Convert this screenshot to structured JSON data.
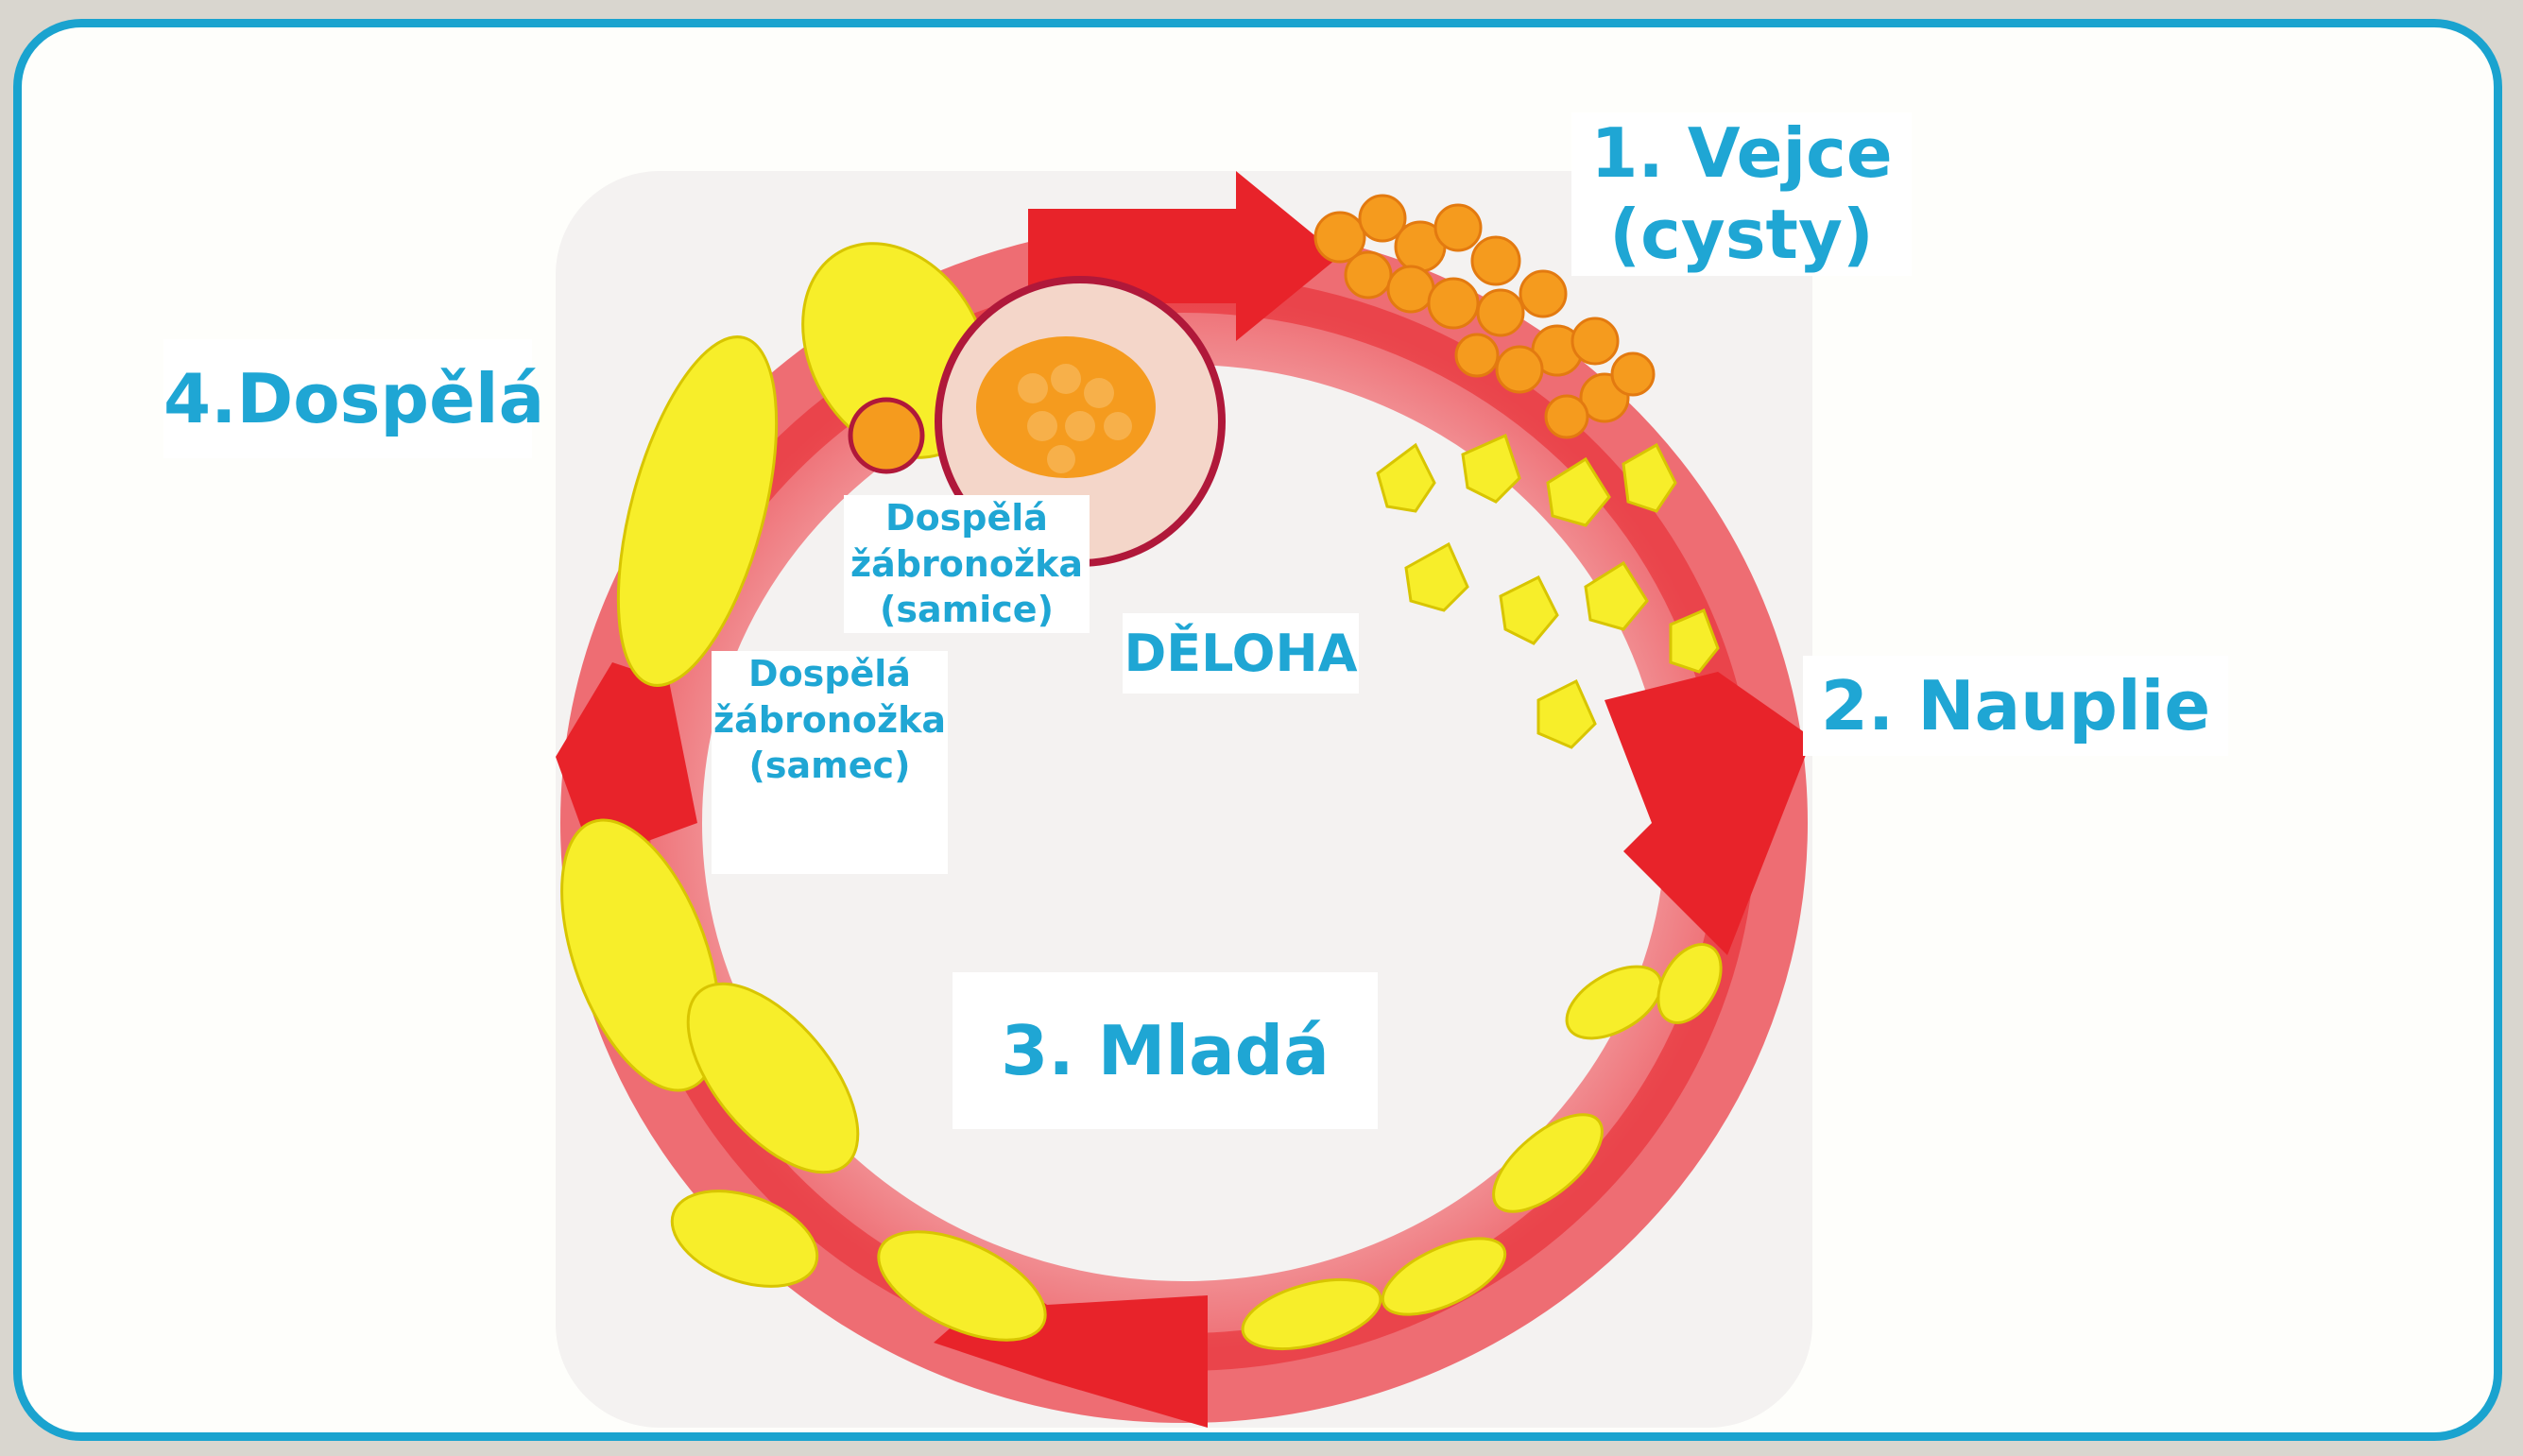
{
  "stages": {
    "eggs_line1": "1. Vejce",
    "eggs_line2": "(cysty)",
    "nauplius": "2. Nauplie",
    "juvenile": "3. Mladá",
    "adult": "4.Dospělá"
  },
  "callouts": {
    "female_line1": "Dospělá",
    "female_line2": "žábronožka",
    "female_line3": "(samice)",
    "male_line1": "Dospělá",
    "male_line2": "žábronožka",
    "male_line3": "(samec)",
    "uterus": "DĚLOHA"
  },
  "colors": {
    "accent": "#1aa3cf",
    "text": "#1fa6d4",
    "ring": "#e8232a",
    "ring_light": "#f3a5a8",
    "creature": "#f7ee2a",
    "egg": "#f59b1e"
  }
}
